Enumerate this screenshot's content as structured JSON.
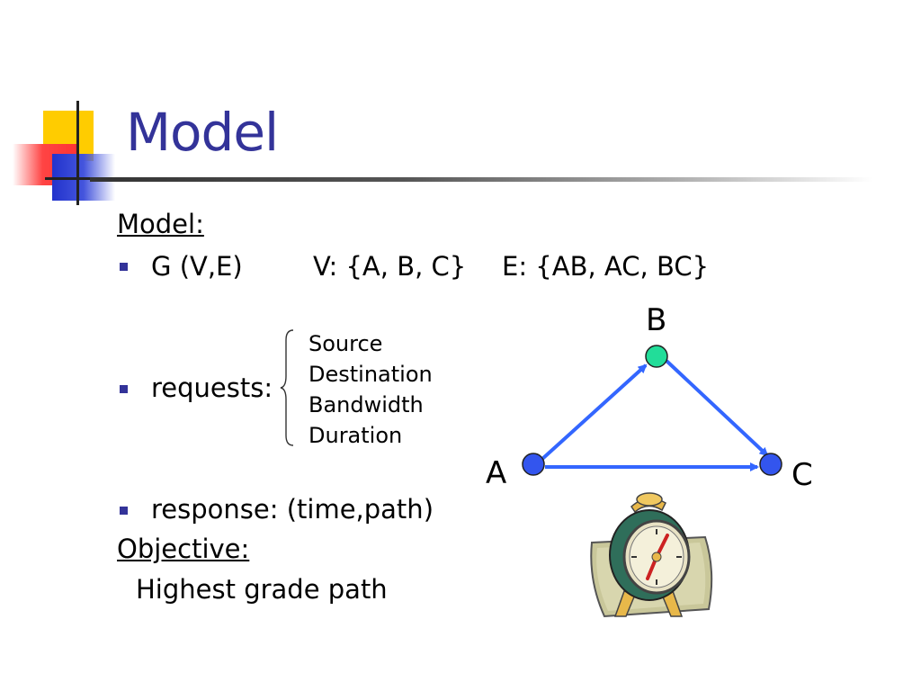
{
  "slide": {
    "title": "Model"
  },
  "content": {
    "model_heading": "Model:",
    "graph_line": {
      "g": "G (V,E)",
      "v": "V: {A, B, C}",
      "e": "E: {AB, AC, BC}"
    },
    "requests_label": "requests:",
    "request_items": [
      "Source",
      "Destination",
      "Bandwidth",
      "Duration"
    ],
    "response_line": "response: (time,path)",
    "objective_heading": "Objective:",
    "objective_text": "Highest grade path"
  },
  "graph": {
    "nodes": [
      {
        "label": "A",
        "color": "#3355ee"
      },
      {
        "label": "B",
        "color": "#22dd99"
      },
      {
        "label": "C",
        "color": "#3355ee"
      }
    ],
    "edge_color": "#3366ff"
  },
  "clipart": {
    "icon": "alarm-clock-icon"
  },
  "colors": {
    "title": "#333399",
    "bullet": "#333399"
  }
}
